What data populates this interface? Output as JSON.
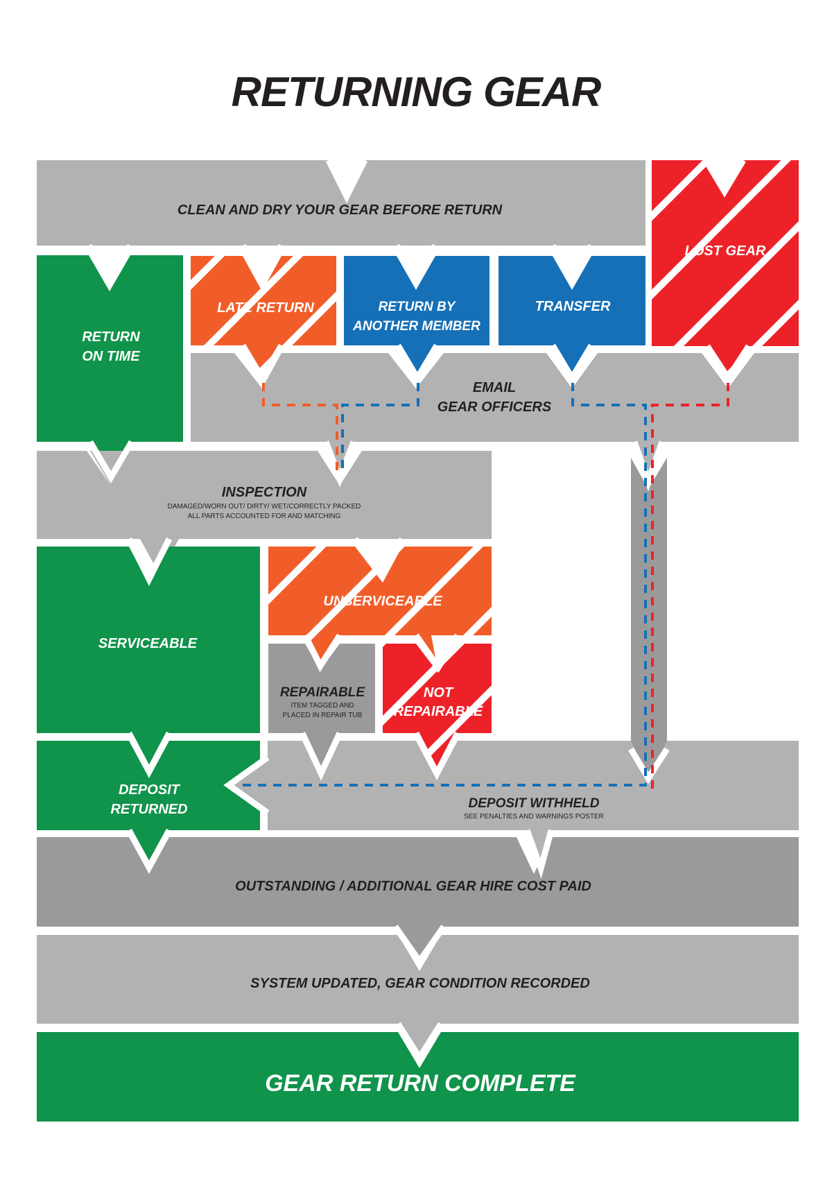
{
  "title": "RETURNING GEAR",
  "colors": {
    "gray_light": "#b3b2b3",
    "gray_mid": "#9b9a9b",
    "green": "#10934b",
    "orange": "#f15d29",
    "blue": "#1570b7",
    "red": "#ed2229",
    "text_dark": "#231f20",
    "text_light": "#ffffff"
  },
  "steps": {
    "clean": {
      "label": "CLEAN AND DRY YOUR GEAR BEFORE RETURN"
    },
    "lost": {
      "label": "LOST GEAR"
    },
    "on_time": {
      "line1": "RETURN",
      "line2": "ON TIME"
    },
    "late": {
      "label": "LATE RETURN"
    },
    "by_member": {
      "line1": "RETURN BY",
      "line2": "ANOTHER MEMBER"
    },
    "transfer": {
      "label": "TRANSFER"
    },
    "email": {
      "line1": "EMAIL",
      "line2": "GEAR OFFICERS"
    },
    "inspection": {
      "label": "INSPECTION",
      "sub1": "DAMAGED/WORN OUT/ DIRTY/ WET/CORRECTLY PACKED",
      "sub2": "ALL PARTS ACCOUNTED FOR AND MATCHING"
    },
    "serviceable": {
      "label": "SERVICEABLE"
    },
    "unserviceable": {
      "label": "UNSERVICEABLE"
    },
    "repairable": {
      "label": "REPAIRABLE",
      "sub1": "ITEM TAGGED AND",
      "sub2": "PLACED IN REPAIR TUB"
    },
    "not_repairable": {
      "line1": "NOT",
      "line2": "REPAIRABLE"
    },
    "deposit_returned": {
      "line1": "DEPOSIT",
      "line2": "RETURNED"
    },
    "deposit_withheld": {
      "label": "DEPOSIT WITHHELD",
      "sub": "SEE PENALTIES AND WARNINGS POSTER"
    },
    "outstanding": {
      "label": "OUTSTANDING / ADDITIONAL GEAR HIRE COST PAID"
    },
    "system": {
      "label": "SYSTEM UPDATED, GEAR CONDITION RECORDED"
    },
    "complete": {
      "label": "GEAR RETURN COMPLETE"
    }
  }
}
